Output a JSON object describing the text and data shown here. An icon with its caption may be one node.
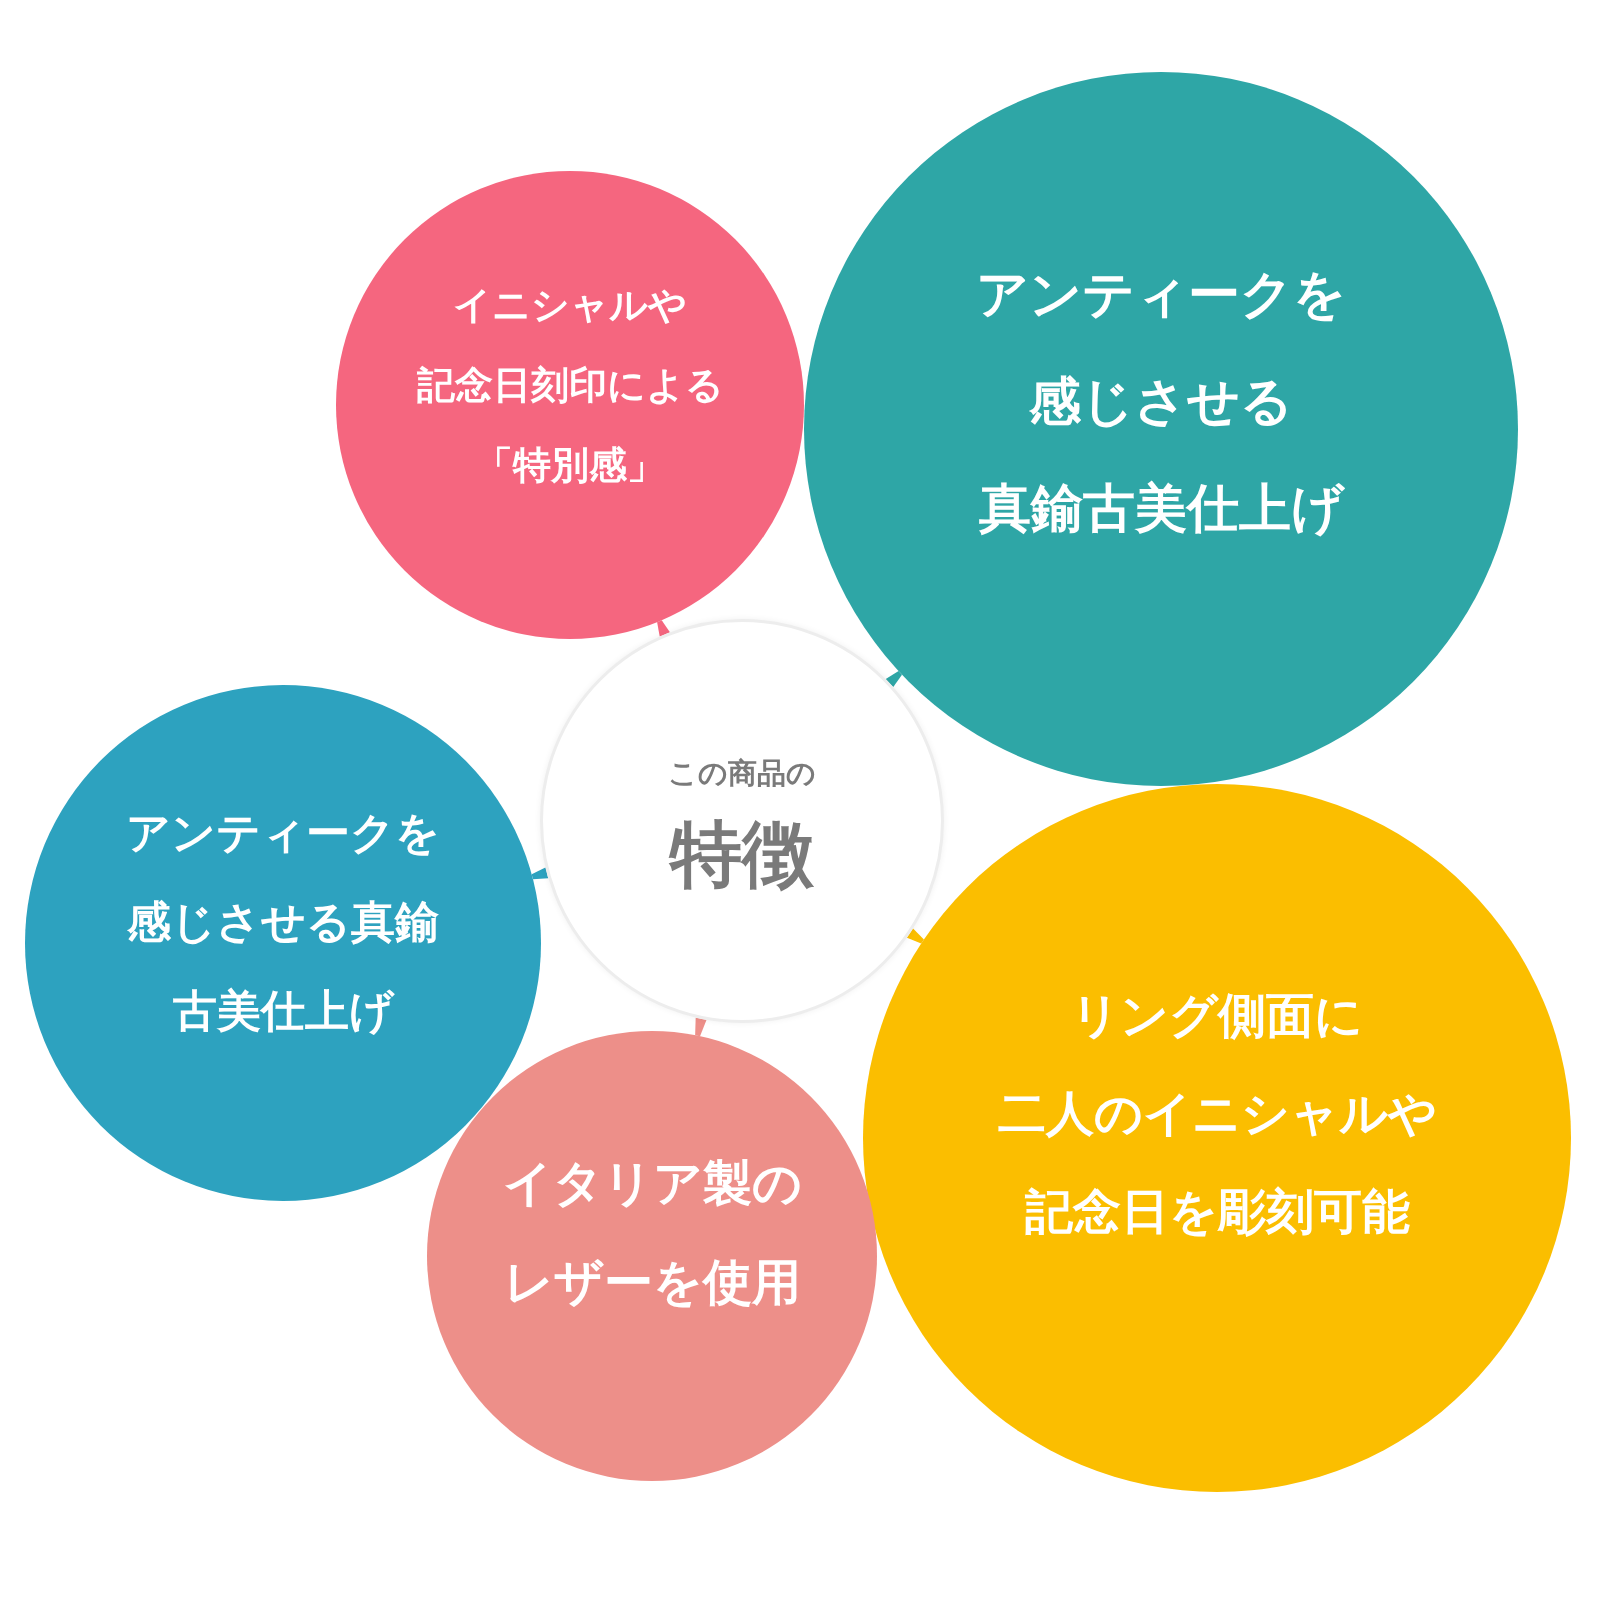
{
  "diagram": {
    "nodes": [
      {
        "text": [
          "イニシャルや記念日刻印による「特別感」"
        ]
      },
      {
        "text": [
          "アンティークを感じさせる真鍮古美仕上げ"
        ]
      },
      {
        "text": [
          "この商品の",
          "特徴"
        ]
      },
      {
        "text": [
          "アンティークを感じさせる真鍮古美仕上げ"
        ]
      },
      {
        "text": [
          "リング側面に二人のイニシャルや記念日を彫刻可能"
        ]
      },
      {
        "text": [
          "イタリア製のレザーを使用"
        ]
      }
    ],
    "edges": [
      {
        "from": 2,
        "to": 0,
        "arrow": "none",
        "color": "#f5667f"
      },
      {
        "from": 2,
        "to": 1,
        "arrow": "none",
        "color": "#2ea6a6"
      },
      {
        "from": 2,
        "to": 3,
        "arrow": "none",
        "color": "#2da2bf"
      },
      {
        "from": 2,
        "to": 4,
        "arrow": "none",
        "color": "#fbbe00"
      },
      {
        "from": 2,
        "to": 5,
        "arrow": "none",
        "color": "#ed8f89"
      }
    ]
  }
}
